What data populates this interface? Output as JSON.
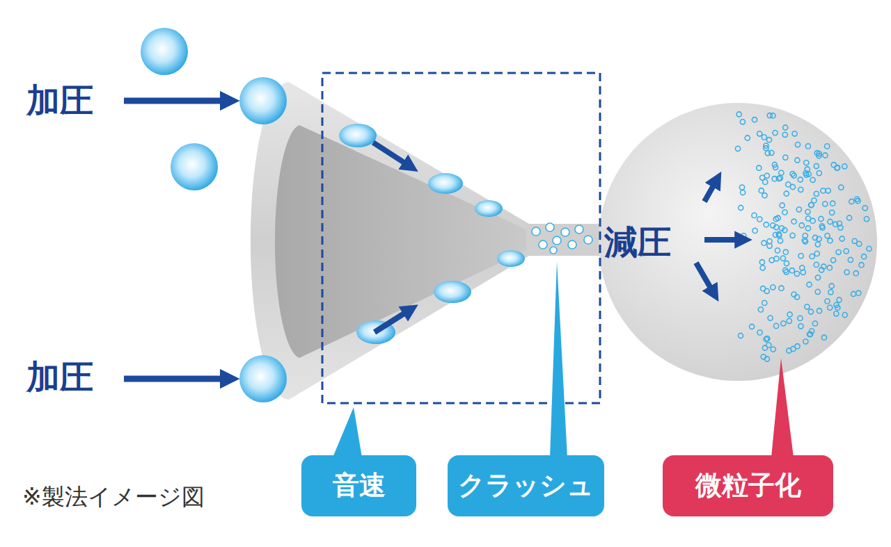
{
  "diagram": {
    "nodes": [
      {
        "text": [
          "音速"
        ]
      },
      {
        "text": [
          "クラッシュ"
        ]
      },
      {
        "text": [
          "微粒子化"
        ]
      }
    ],
    "labels": [
      "加圧",
      "加圧",
      "減圧",
      "※製法イメージ図"
    ]
  }
}
